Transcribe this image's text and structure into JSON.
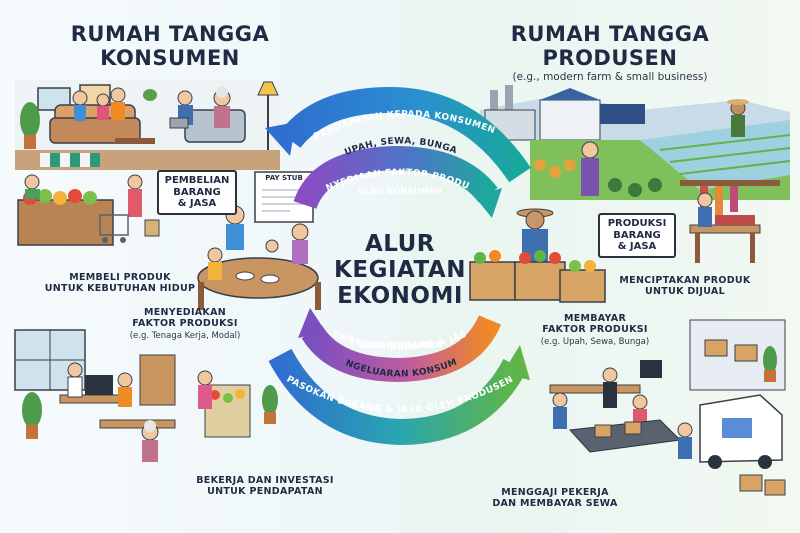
{
  "left": {
    "title_line1": "RUMAH TANGGA",
    "title_line2": "KONSUMEN",
    "sign_buy": "PEMBELIAN\nBARANG\n& JASA",
    "paystub": "PAY STUB",
    "caption_buy": "MEMBELI PRODUK\nUNTUK KEBUTUHAN HIDUP",
    "caption_factor_title": "MENYEDIAKAN\nFAKTOR PRODUKSI",
    "caption_factor_sub": "(e.g. Tenaga Kerja, Modal)",
    "caption_work": "BEKERJA DAN INVESTASI\nUNTUK PENDAPATAN"
  },
  "right": {
    "title_line1": "RUMAH TANGGA",
    "title_line2": "PRODUSEN",
    "subtitle": "(e.g., modern farm & small business)",
    "sign_produce": "PRODUKSI\nBARANG\n& JASA",
    "caption_create": "MENCIPTAKAN PRODUK\nUNTUK DIJUAL",
    "caption_pay_title": "MEMBAYAR\nFAKTOR PRODUKSI",
    "caption_pay_sub": "(e.g. Upah, Sewa, Bunga)",
    "caption_hire": "MENGGAJI PEKERJA\nDAN MEMBAYAR SEWA"
  },
  "center": {
    "title": "ALUR\nKEGIATAN\nEKONOMI"
  },
  "flows": {
    "outer_top": "PENDAPATAN KEPADA KONSUMEN",
    "inner_top_a": "UPAH, SEWA, BUNGA",
    "inner_top_b": "PENYEDIAAN FAKTOR PRODUKSI",
    "inner_top_c": "OLEH KONSUMEN",
    "inner_bottom_a": "PEMBELIAN BARANG & JASA",
    "inner_bottom_b": "OLEH KONSUMEN",
    "inner_bottom_c": "PENGELUARAN KONSUMSI",
    "outer_bottom": "PASOKAN BARANG & JASA OLEH PRODUSEN"
  },
  "colors": {
    "blue": "#2f6fd0",
    "teal": "#16a59a",
    "purple": "#7a4fc0",
    "orange": "#f08a24",
    "green": "#5fb548"
  }
}
